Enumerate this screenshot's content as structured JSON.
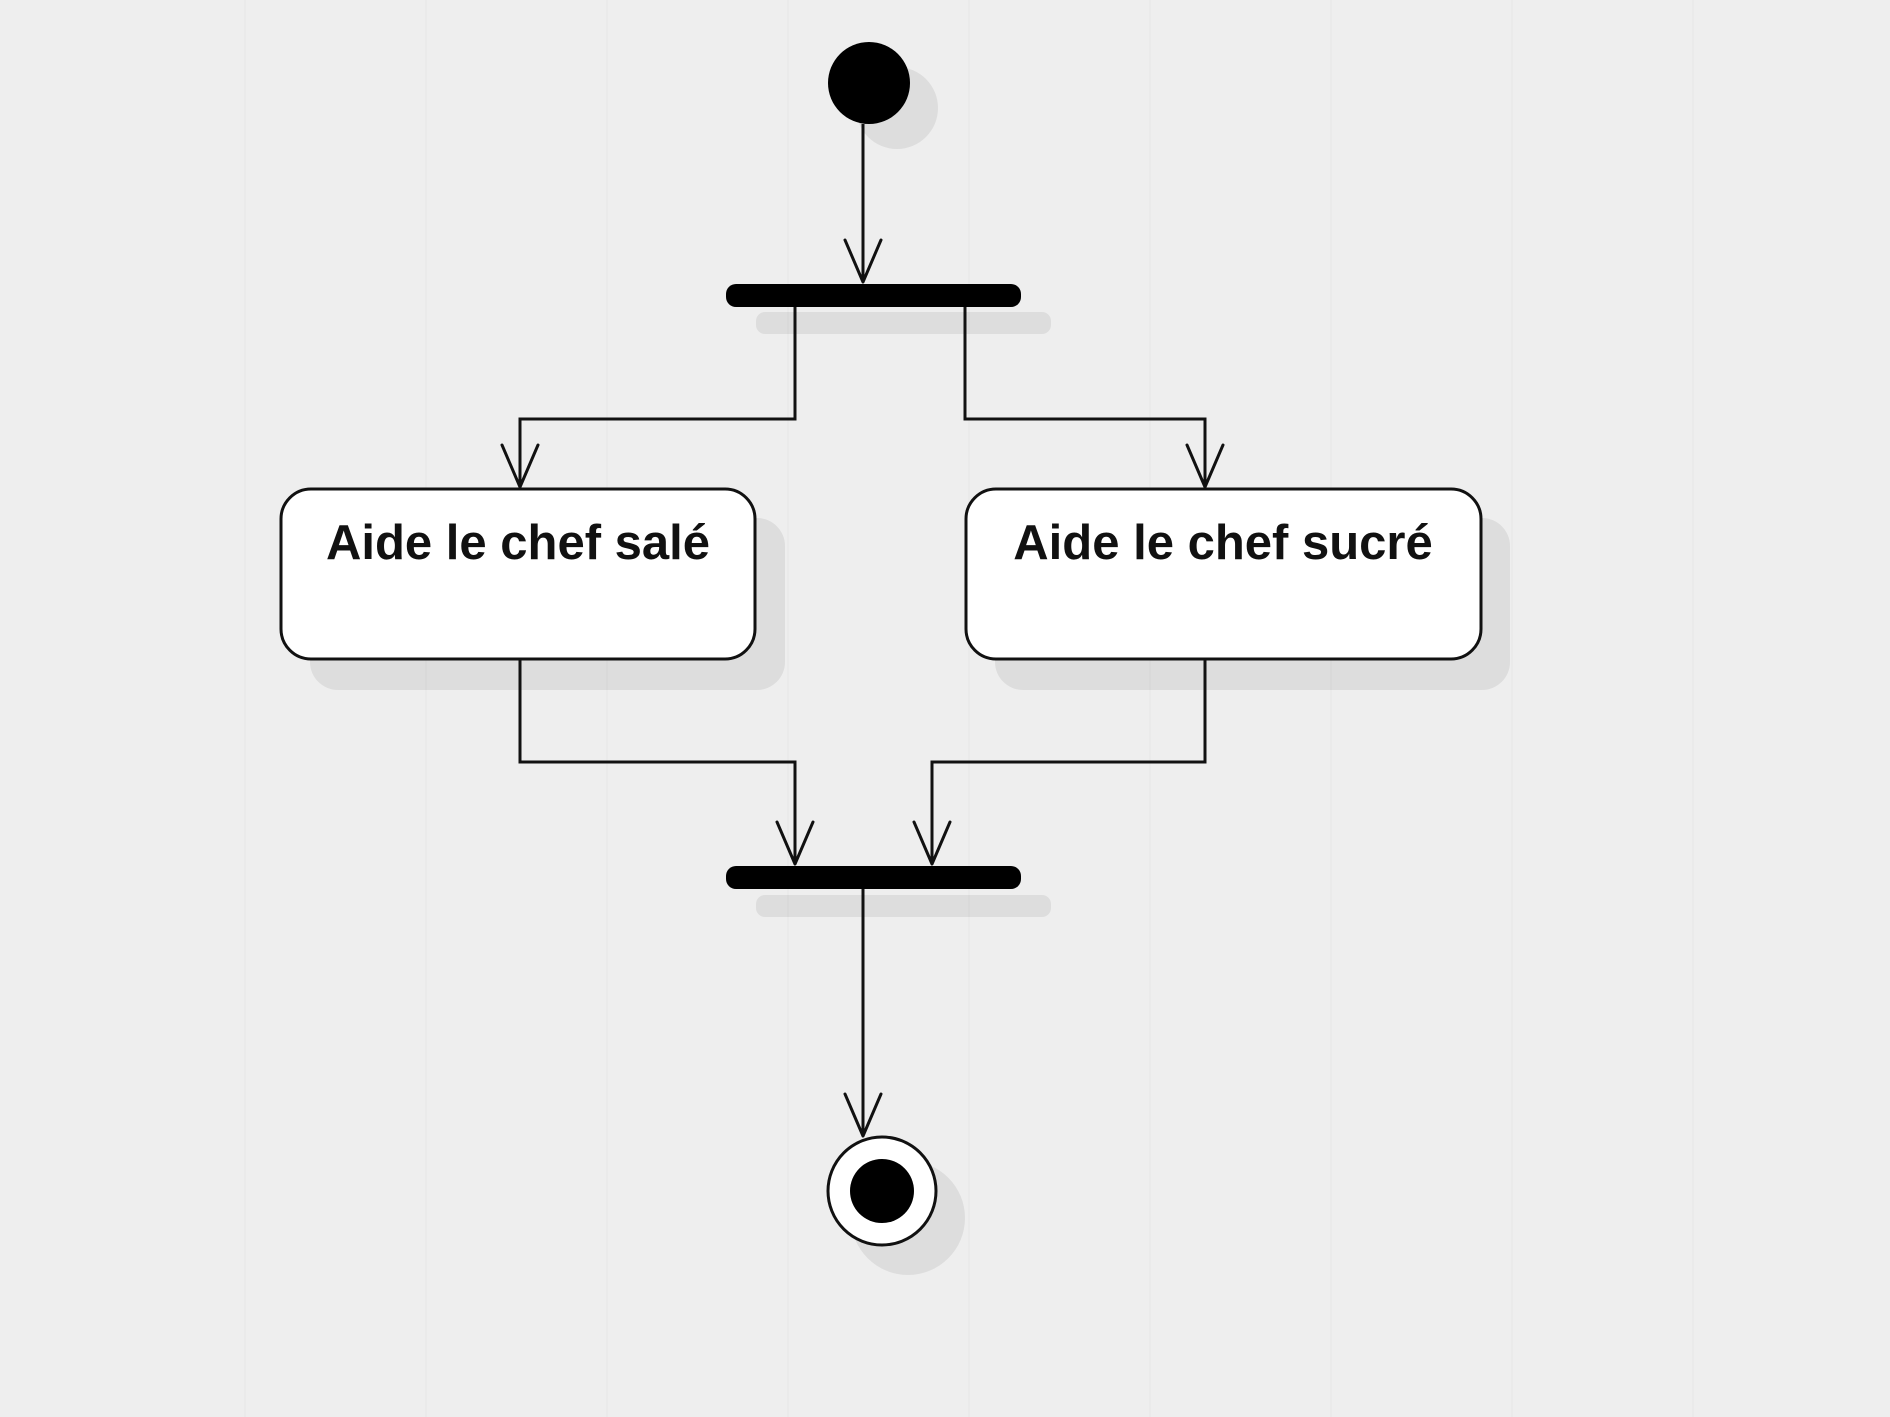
{
  "diagram": {
    "type": "uml-activity",
    "actions": [
      {
        "id": "action-sale",
        "label": "Aide le chef salé"
      },
      {
        "id": "action-sucre",
        "label": "Aide le chef sucré"
      }
    ],
    "nodes": [
      "initial-node",
      "fork-bar",
      "join-bar",
      "final-node"
    ],
    "edges": [
      {
        "from": "initial-node",
        "to": "fork-bar"
      },
      {
        "from": "fork-bar",
        "to": "action-sale"
      },
      {
        "from": "fork-bar",
        "to": "action-sucre"
      },
      {
        "from": "action-sale",
        "to": "join-bar"
      },
      {
        "from": "action-sucre",
        "to": "join-bar"
      },
      {
        "from": "join-bar",
        "to": "final-node"
      }
    ]
  },
  "colors": {
    "background": "#eeeeee",
    "stroke": "#111111",
    "fill": "#ffffff",
    "node": "#000000"
  }
}
